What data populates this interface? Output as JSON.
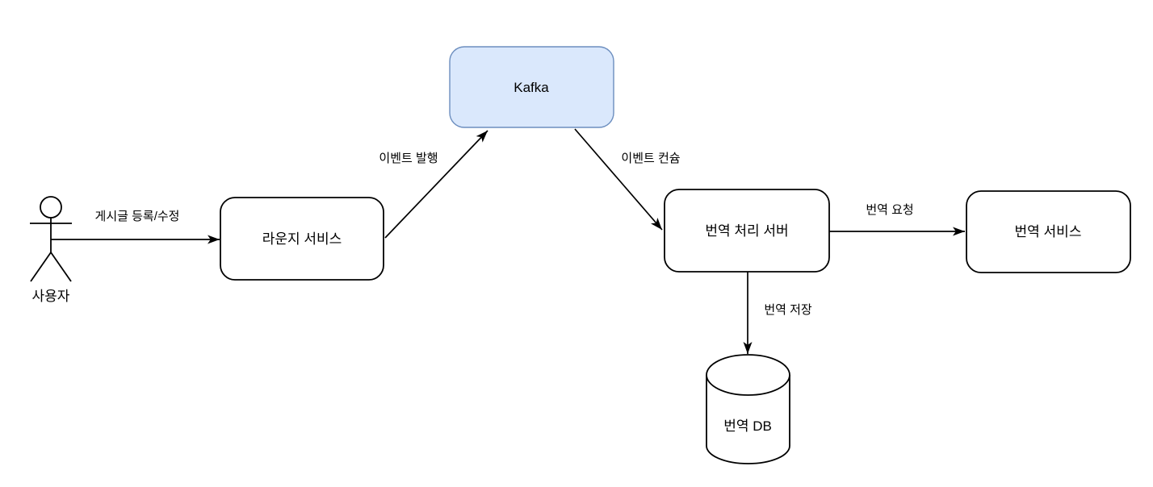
{
  "diagram": {
    "background_color": "#ffffff",
    "line_color": "#000000",
    "actor": {
      "label": "사용자"
    },
    "nodes": {
      "lounge_service": {
        "label": "라운지 서비스",
        "fill": "#ffffff",
        "stroke": "#000000",
        "shape": "rounded-rect"
      },
      "kafka": {
        "label": "Kafka",
        "fill": "#dae8fc",
        "stroke": "#6c8ebf",
        "shape": "rounded-rect"
      },
      "translation_worker": {
        "label": "번역 처리 서버",
        "fill": "#ffffff",
        "stroke": "#000000",
        "shape": "rounded-rect"
      },
      "translation_service": {
        "label": "번역 서비스",
        "fill": "#ffffff",
        "stroke": "#000000",
        "shape": "rounded-rect"
      },
      "translation_db": {
        "label": "번역 DB",
        "fill": "#ffffff",
        "stroke": "#000000",
        "shape": "cylinder"
      }
    },
    "edges": {
      "user_to_lounge": {
        "label": "게시글 등록/수정"
      },
      "lounge_to_kafka": {
        "label": "이벤트 발행"
      },
      "kafka_to_worker": {
        "label": "이벤트 컨슘"
      },
      "worker_to_service": {
        "label": "번역 요청"
      },
      "worker_to_db": {
        "label": "번역 저장"
      }
    }
  }
}
